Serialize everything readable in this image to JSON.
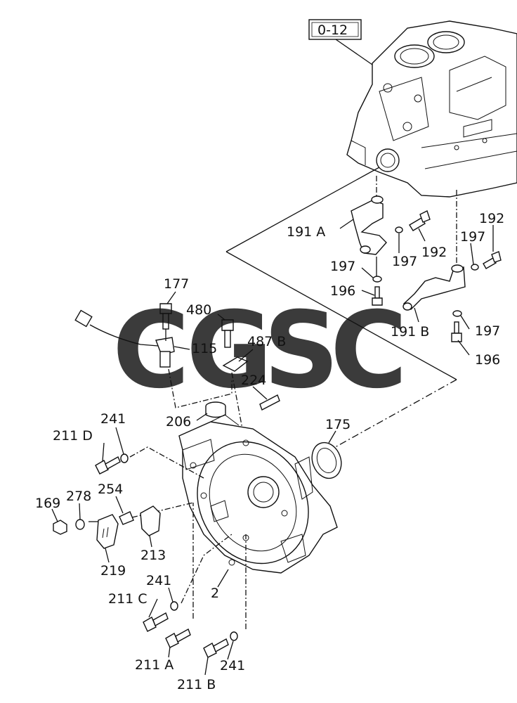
{
  "ref_box": "0-12",
  "watermark": {
    "letters": [
      "C",
      "G",
      "S",
      "C"
    ],
    "colors": [
      "#5b9cf5",
      "#f07b73",
      "#f8d56a",
      "#5fb48a"
    ]
  },
  "callouts": {
    "c177": "177",
    "c480": "480",
    "c115": "115",
    "c487b": "487 B",
    "c224": "224",
    "c206": "206",
    "c241a": "241",
    "c211d": "211 D",
    "c175": "175",
    "c191a": "191 A",
    "c192a": "192",
    "c197a": "197",
    "c197b": "197",
    "c196a": "196",
    "c192b": "192",
    "c197c": "197",
    "c191b": "191 B",
    "c197d": "197",
    "c196b": "196",
    "c254": "254",
    "c278": "278",
    "c169": "169",
    "c213": "213",
    "c219": "219",
    "c241b": "241",
    "c211c": "211 C",
    "c2": "2",
    "c211a": "211 A",
    "c241c": "241",
    "c211b": "211 B"
  }
}
